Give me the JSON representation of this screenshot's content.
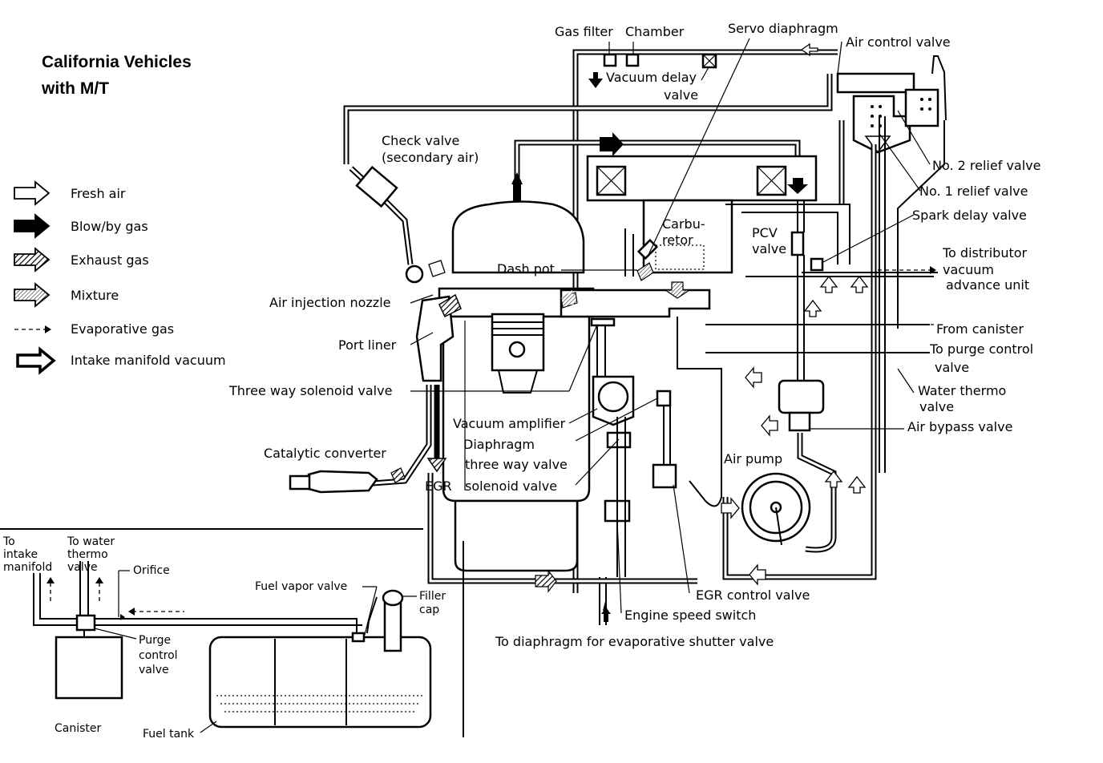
{
  "title": {
    "line1": "California Vehicles",
    "line2": "with M/T"
  },
  "legend": [
    {
      "key": "fresh-air",
      "label": "Fresh air",
      "icon": "hollow-arrow-icon"
    },
    {
      "key": "blow-by-gas",
      "label": "Blow/by gas",
      "icon": "solid-arrow-icon"
    },
    {
      "key": "exhaust-gas",
      "label": "Exhaust gas",
      "icon": "hatched-arrow-icon"
    },
    {
      "key": "mixture",
      "label": "Mixture",
      "icon": "fine-hatched-arrow-icon"
    },
    {
      "key": "evaporative-gas",
      "label": "Evaporative gas",
      "icon": "dashed-arrow-icon"
    },
    {
      "key": "intake-manifold-vacuum",
      "label": "Intake manifold vacuum",
      "icon": "bold-hollow-arrow-icon"
    }
  ],
  "labels": {
    "gas_filter": "Gas filter",
    "chamber": "Chamber",
    "servo_diaphragm": "Servo diaphragm",
    "air_control_valve": "Air control valve",
    "vacuum_delay_valve_1": "Vacuum delay",
    "vacuum_delay_valve_2": "valve",
    "check_valve_1": "Check valve",
    "check_valve_2": "(secondary air)",
    "no2_relief_valve": "No. 2 relief valve",
    "no1_relief_valve": "No. 1 relief valve",
    "carburetor_1": "Carbu-",
    "carburetor_2": "retor",
    "pcv_valve_1": "PCV",
    "pcv_valve_2": "valve",
    "spark_delay_valve": "Spark delay valve",
    "dash_pot": "Dash pot",
    "to_distributor_1": "To distributor",
    "to_distributor_2": "vacuum",
    "to_distributor_3": "advance unit",
    "air_injection_nozzle": "Air injection nozzle",
    "from_canister": "From canister",
    "port_liner": "Port liner",
    "to_purge_control_1": "To purge control",
    "to_purge_control_2": "valve",
    "three_way_solenoid_valve": "Three way solenoid valve",
    "water_thermo_valve_1": "Water thermo",
    "water_thermo_valve_2": "valve",
    "vacuum_amplifier": "Vacuum amplifier",
    "air_bypass_valve": "Air bypass valve",
    "diaphragm_tw_1": "Diaphragm",
    "diaphragm_tw_2": "three way valve",
    "catalytic_converter": "Catalytic converter",
    "air_pump": "Air pump",
    "egr": "EGR",
    "solenoid_valve": "solenoid valve",
    "egr_control_valve": "EGR control valve",
    "engine_speed_switch": "Engine speed switch",
    "to_diaphragm_evap": "To diaphragm for evaporative shutter valve",
    "to_intake_manifold_1": "To",
    "to_intake_manifold_2": "intake",
    "to_intake_manifold_3": "manifold",
    "to_water_thermo_1": "To water",
    "to_water_thermo_2": "thermo",
    "to_water_thermo_3": "valve",
    "orifice": "Orifice",
    "fuel_vapor_valve": "Fuel vapor valve",
    "filler_cap_1": "Filler",
    "filler_cap_2": "cap",
    "purge_control_valve_1": "Purge",
    "purge_control_valve_2": "control",
    "purge_control_valve_3": "valve",
    "canister": "Canister",
    "fuel_tank": "Fuel tank"
  }
}
